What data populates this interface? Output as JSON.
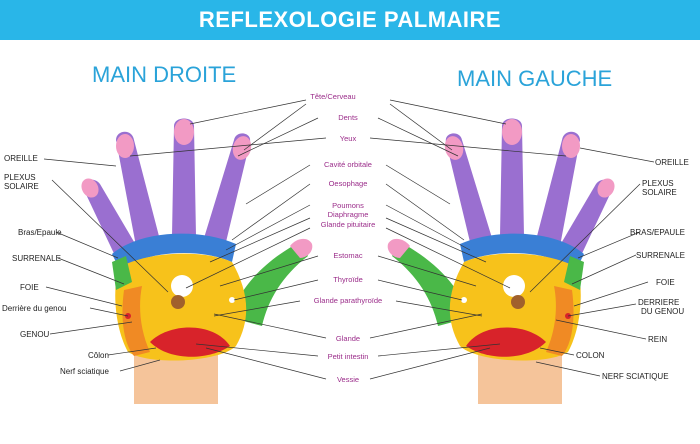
{
  "banner": {
    "title": "REFLEXOLOGIE PALMAIRE",
    "color": "#29b6e8"
  },
  "hands": {
    "right_title": "MAIN DROITE",
    "left_title": "MAIN GAUCHE"
  },
  "center_labels": [
    "Tête/Cerveau",
    "Dents",
    "Yeux",
    "Cavité orbitale",
    "Oesophage",
    "Poumons",
    "Diaphragme",
    "Glande pituitaire",
    "Estomac",
    "Thyroïde",
    "Glande parathyroïde",
    "Glande",
    "Petit intestin",
    "Vessie"
  ],
  "left_labels": [
    "OREILLE",
    "PLEXUS",
    "SOLAIRE",
    "Bras/Epaule",
    "SURRENALE",
    "FOIE",
    "Derrière du genou",
    "GENOU",
    "Côlon",
    "Nerf sciatique"
  ],
  "right_labels": [
    "OREILLE",
    "PLEXUS",
    "SOLAIRE",
    "BRAS/EPAULE",
    "SURRENALE",
    "FOIE",
    "DERRIERE",
    "DU GENOU",
    "REIN",
    "COLON",
    "NERF SCIATIQUE"
  ],
  "colors": {
    "fingers": "#9a6fd0",
    "fingertips": "#f29ac4",
    "band": "#3a7fd5",
    "palm": "#f7c21b",
    "green": "#4ab848",
    "red": "#d8232a",
    "wrist": "#f5c49a",
    "orange": "#f08a24",
    "text_center": "#9b2d8a"
  }
}
